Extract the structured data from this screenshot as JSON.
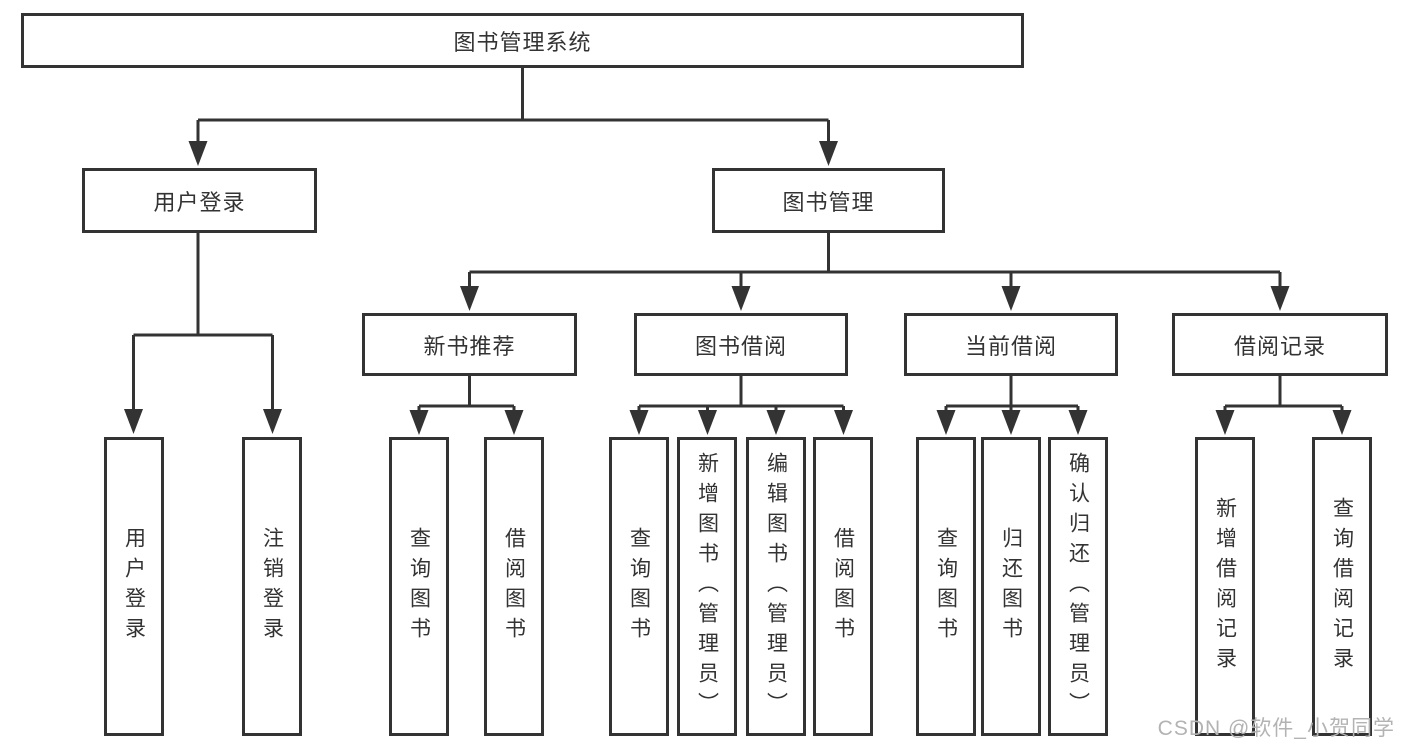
{
  "title": "图书管理系统",
  "branches": {
    "user_login": "用户登录",
    "book_management": "图书管理"
  },
  "modules": {
    "new_book_recommend": "新书推荐",
    "book_borrow": "图书借阅",
    "current_borrow": "当前借阅",
    "borrow_record": "借阅记录"
  },
  "functions": {
    "user_login": {
      "login": "用户登录",
      "logout": "注销登录"
    },
    "new_book_recommend": {
      "query_book": "查询图书",
      "borrow_book": "借阅图书"
    },
    "book_borrow": {
      "query_book": "查询图书",
      "add_book": "新增图书（管理员）",
      "edit_book": "编辑图书（管理员）",
      "borrow_book": "借阅图书"
    },
    "current_borrow": {
      "query_book": "查询图书",
      "return_book": "归还图书",
      "confirm_return": "确认归还（管理员）"
    },
    "borrow_record": {
      "add_record": "新增借阅记录",
      "query_record": "查询借阅记录"
    }
  },
  "watermark": "CSDN @软件_小贺同学",
  "colors": {
    "line": "#333333",
    "text": "#333333",
    "watermark": "#b3b3b3",
    "background": "#ffffff"
  }
}
